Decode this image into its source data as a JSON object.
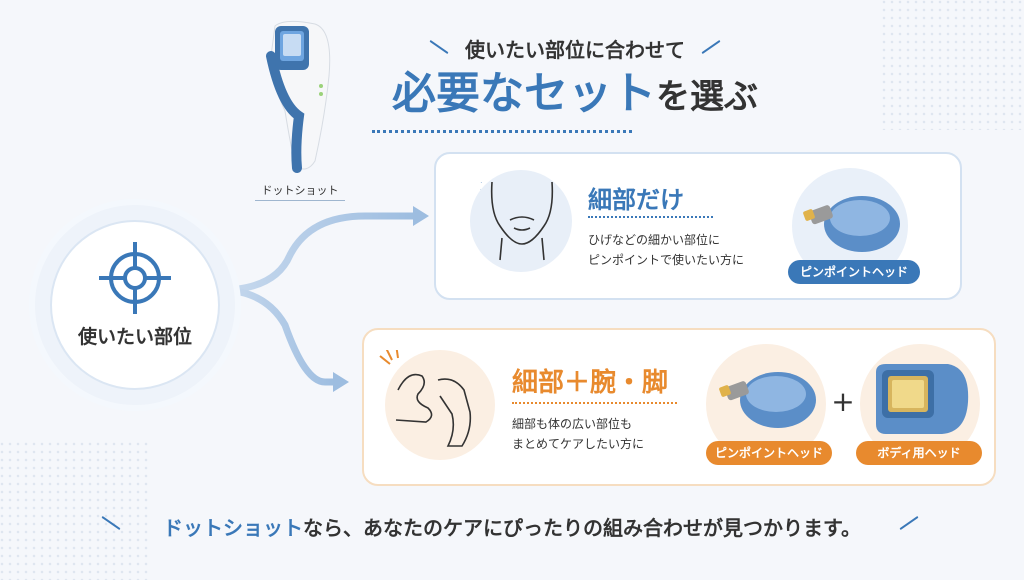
{
  "header": {
    "subtitle": "使いたい部位に合わせて",
    "title_emphasis": "必要なセット",
    "title_rest": "を選ぶ"
  },
  "device": {
    "label": "ドットショット"
  },
  "left": {
    "label": "使いたい部位"
  },
  "options": [
    {
      "title": "細部だけ",
      "desc_line1": "ひげなどの細かい部位に",
      "desc_line2": "ピンポイントで使いたい方に",
      "heads": [
        "ピンポイントヘッド"
      ]
    },
    {
      "title": "細部＋腕・脚",
      "desc_line1": "細部も体の広い部位も",
      "desc_line2": "まとめてケアしたい方に",
      "heads": [
        "ピンポイントヘッド",
        "ボディ用ヘッド"
      ],
      "plus": "+"
    }
  ],
  "footer": {
    "emphasis": "ドットショット",
    "rest": "なら、あなたのケアにぴったりの組み合わせが見つかります。"
  },
  "colors": {
    "blue": "#3a78b8",
    "orange": "#e88a2e"
  }
}
